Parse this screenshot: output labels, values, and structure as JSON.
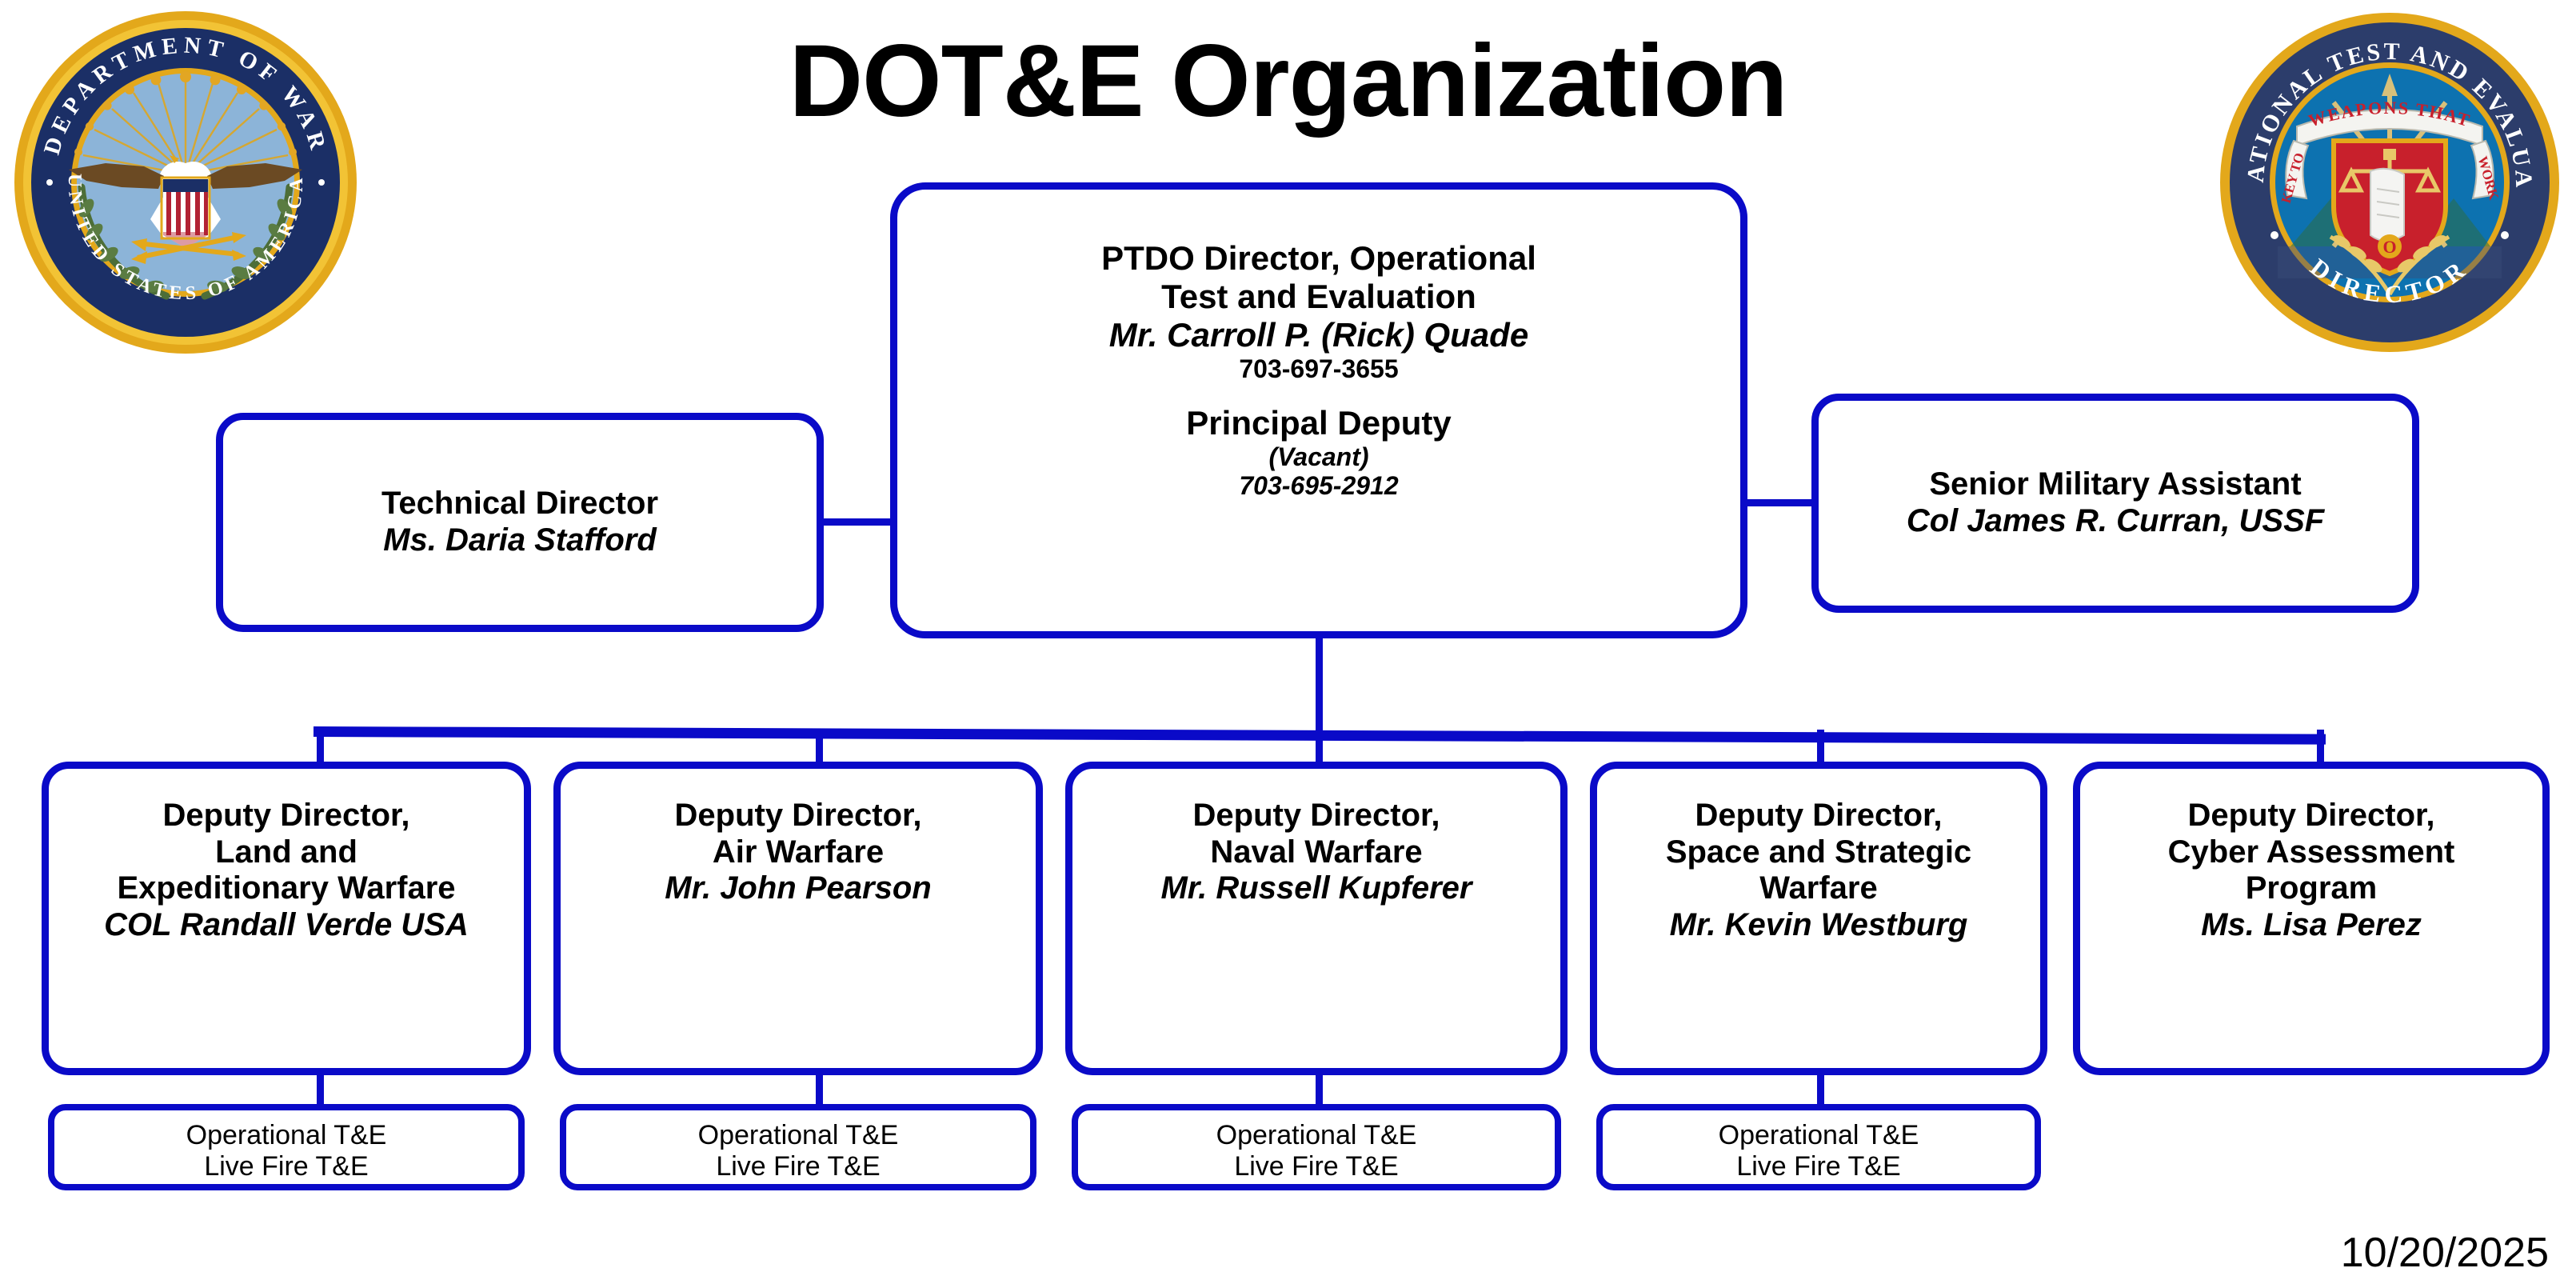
{
  "title": "DOT&E Organization",
  "date_stamp": "10/20/2025",
  "colors": {
    "box_border": "#0A0AC8",
    "text": "#000000",
    "background": "#FFFFFF",
    "seal_gold": "#E3A81B",
    "seal_navy": "#1B2F66",
    "seal_lightblue": "#8CB4D8",
    "seal_dote_blue": "#0D72B0",
    "seal_red": "#C8202C"
  },
  "seals": {
    "left": {
      "name": "department-of-war-seal",
      "top_text": "DEPARTMENT OF WAR",
      "bottom_text": "UNITED STATES OF AMERICA"
    },
    "right": {
      "name": "dote-seal",
      "arc_text": "OPERATIONAL TEST AND EVALUATION",
      "bottom_text": "DIRECTOR",
      "banner_top": "WEAPONS THAT",
      "banner_left": "KEY TO",
      "banner_right": "WORK"
    }
  },
  "director": {
    "title_line1": "PTDO Director, Operational",
    "title_line2": "Test and Evaluation",
    "name": "Mr. Carroll P. (Rick) Quade",
    "phone": "703-697-3655",
    "deputy_title": "Principal Deputy",
    "deputy_name": "(Vacant)",
    "deputy_phone": "703-695-2912"
  },
  "technical_director": {
    "title": "Technical Director",
    "name": "Ms. Daria Stafford"
  },
  "senior_military_assistant": {
    "title": "Senior Military Assistant",
    "name": "Col James R. Curran, USSF"
  },
  "deputies": [
    {
      "title_lines": [
        "Deputy Director,",
        "Land and",
        "Expeditionary Warfare"
      ],
      "name": "COL Randall Verde USA",
      "sub": [
        "Operational T&E",
        "Live Fire T&E"
      ]
    },
    {
      "title_lines": [
        "Deputy Director,",
        "Air Warfare"
      ],
      "name": "Mr. John Pearson",
      "sub": [
        "Operational T&E",
        "Live Fire T&E"
      ]
    },
    {
      "title_lines": [
        "Deputy Director,",
        "Naval Warfare"
      ],
      "name": "Mr. Russell Kupferer",
      "sub": [
        "Operational T&E",
        "Live Fire T&E"
      ]
    },
    {
      "title_lines": [
        "Deputy Director,",
        "Space and Strategic",
        "Warfare"
      ],
      "name": "Mr. Kevin Westburg",
      "sub": [
        "Operational T&E",
        "Live Fire T&E"
      ]
    },
    {
      "title_lines": [
        "Deputy Director,",
        "Cyber Assessment",
        "Program"
      ],
      "name": "Ms. Lisa Perez",
      "sub": []
    }
  ]
}
